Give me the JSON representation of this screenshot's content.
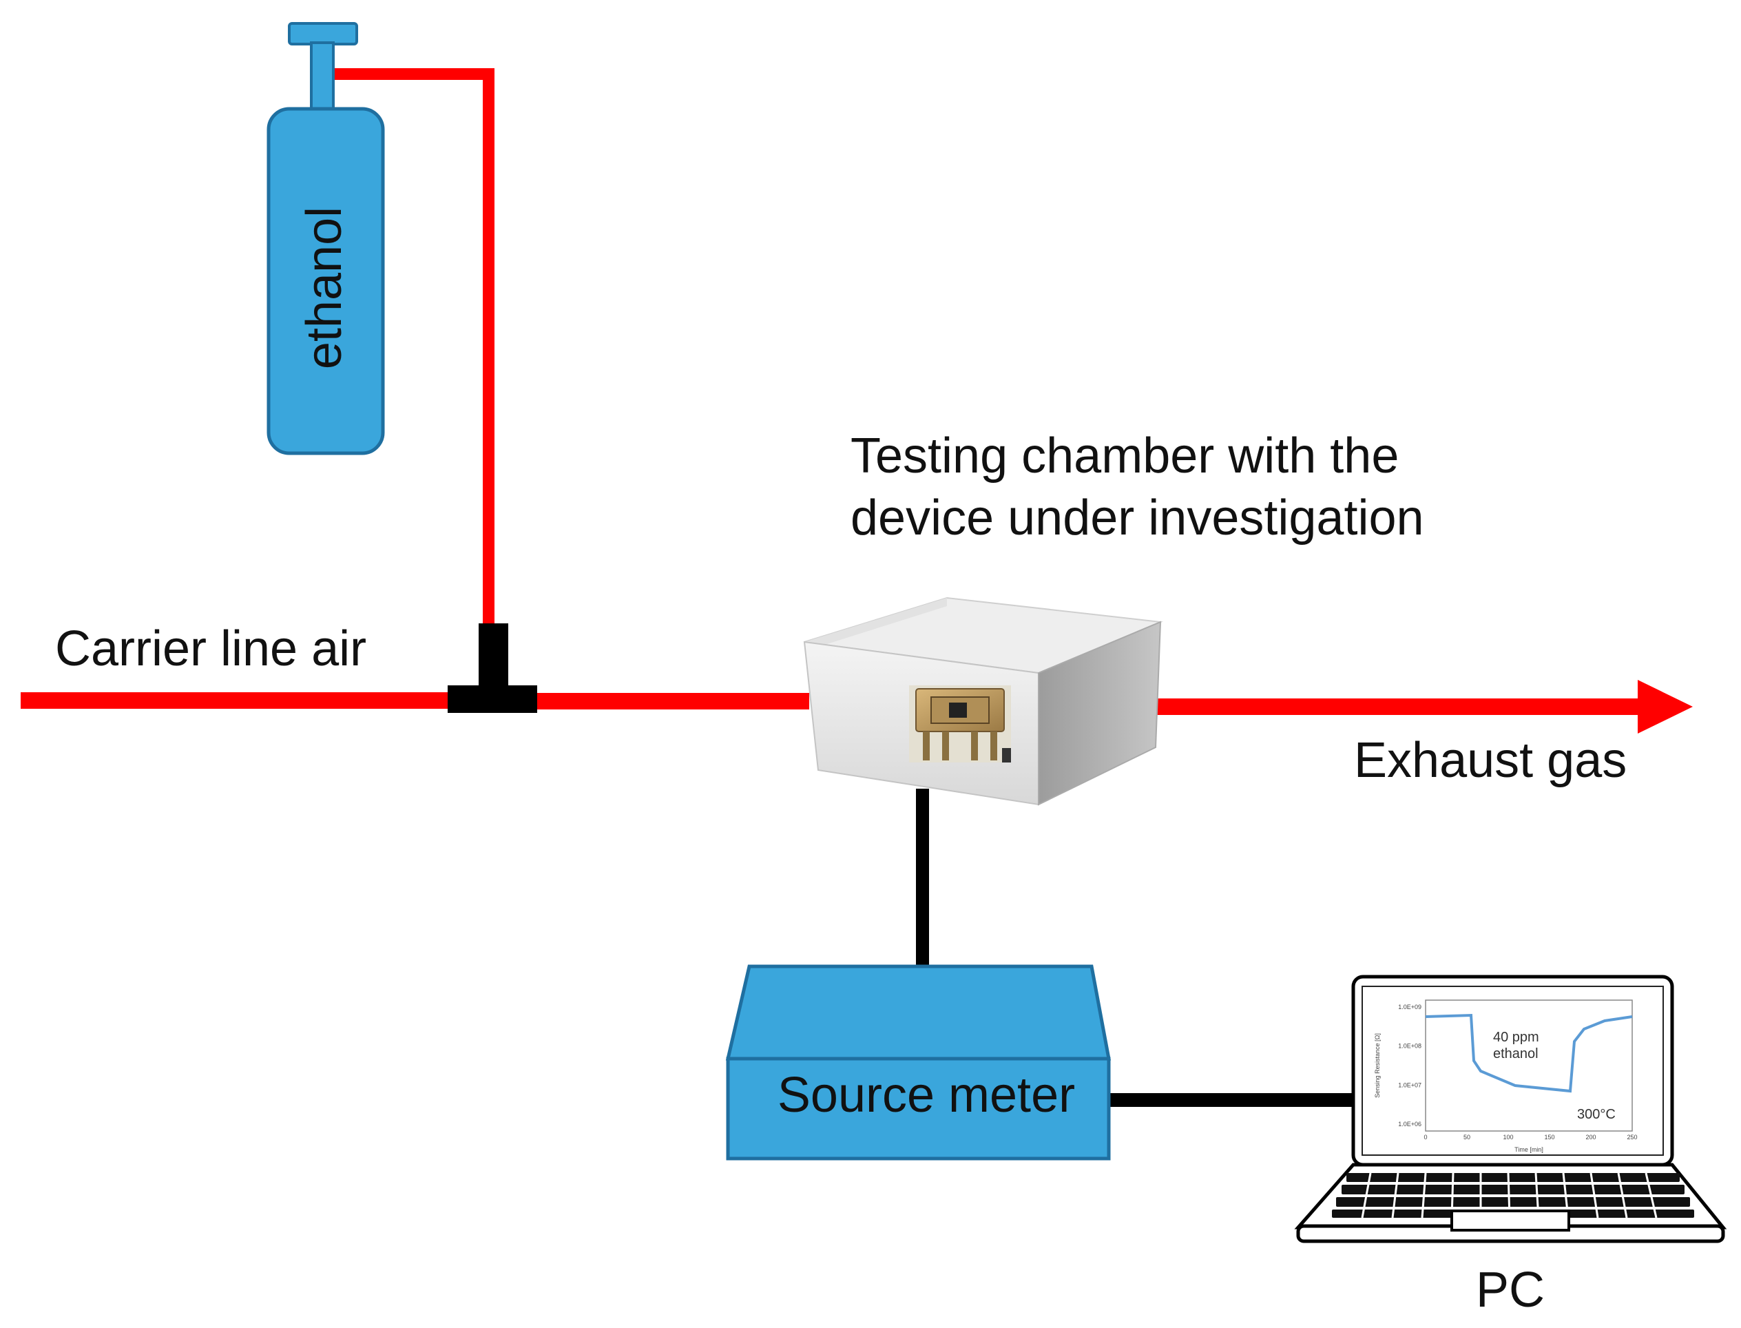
{
  "labels": {
    "ethanol": "ethanol",
    "carrier_line": "Carrier line air",
    "chamber_line1": "Testing chamber with the",
    "chamber_line2": "device under investigation",
    "exhaust": "Exhaust gas",
    "source_meter": "Source meter",
    "pc": "PC"
  },
  "screen_plot": {
    "annotation_line1": "40 ppm",
    "annotation_line2": "ethanol",
    "temperature": "300°C",
    "ylabel": "Sensing Resistance [Ω]",
    "xlabel": "Time [min]",
    "yticks": [
      "1.0E+09",
      "1.0E+08",
      "1.0E+07",
      "1.0E+06"
    ],
    "xticks": [
      "0",
      "50",
      "100",
      "150",
      "200",
      "250"
    ]
  },
  "colors": {
    "gas_line": "#ff0000",
    "cylinder": "#3aa6dc",
    "cylinder_border": "#1f6fa0",
    "meter": "#3aa6dc",
    "cable": "#000000",
    "plot_trace": "#5b9bd5"
  },
  "icons": {
    "cylinder": "gas-cylinder-icon",
    "chamber": "testing-chamber-icon",
    "device": "sensor-chip-icon",
    "meter": "source-meter-icon",
    "pc": "laptop-icon",
    "tjoint": "t-junction-icon"
  }
}
